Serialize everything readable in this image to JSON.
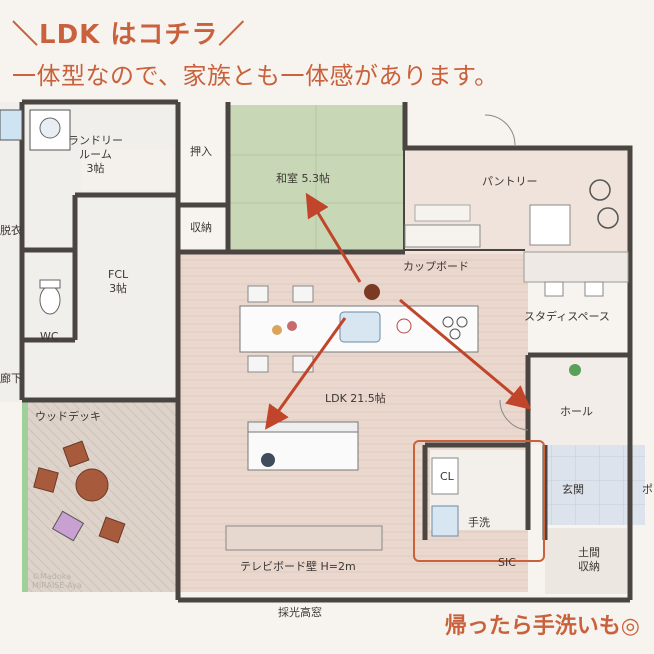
{
  "header": {
    "title": "＼LDK はコチラ／",
    "subtitle": "一体型なので、家族とも一体感があります。"
  },
  "footer": {
    "note": "帰ったら手洗いも◎"
  },
  "watermark": {
    "line1": "©Madoka",
    "line2": "MIRAISE-Aya"
  },
  "rooms": {
    "laundry": "ランドリー\nルーム\n3帖",
    "oshiire": "押入",
    "washitsu": "和室 5.3帖",
    "pantry": "パントリー",
    "shuno": "収納",
    "datsui": "脱衣",
    "fcl": "FCL\n3帖",
    "cupboard": "カップボード",
    "wc": "WC",
    "study": "スタディスペース",
    "corridor": "廊下",
    "deck": "ウッドデッキ",
    "ldk": "LDK 21.5帖",
    "hall": "ホール",
    "cl": "CL",
    "tearai": "手洗",
    "genkan": "玄関",
    "sic": "SIC",
    "doma": "土間\n収納",
    "tvwall": "テレビボード壁 H=2m",
    "window": "採光高窓",
    "porch": "ポ"
  },
  "colors": {
    "accent": "#c9623c",
    "wall": "#4a4541",
    "floor": "#e8d6cc",
    "tatami": "#c9d8b5",
    "deck": "#d8cfc5"
  }
}
